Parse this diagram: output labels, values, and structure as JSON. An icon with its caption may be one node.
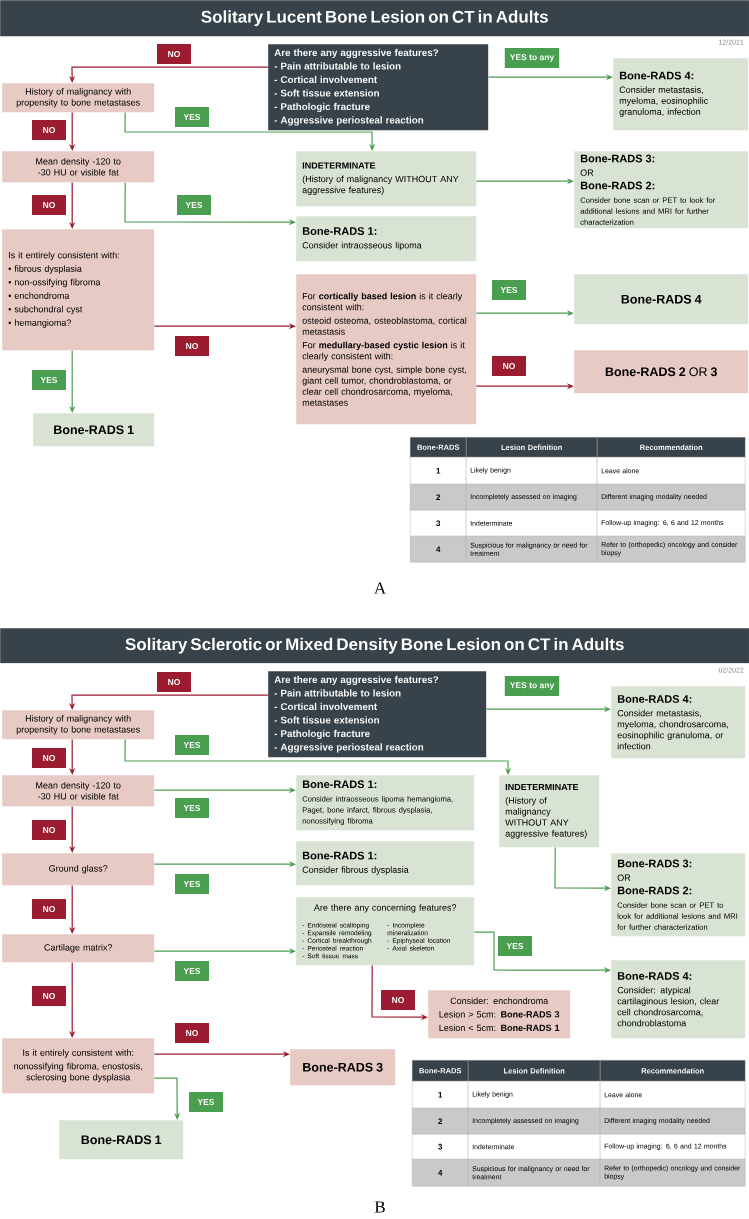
{
  "diagram": {
    "nodes": [
      {
        "text": [
          "Solitary Lucent Bone Lesion on CT in Adults"
        ]
      },
      {
        "text": [
          "Are there any aggressive features?",
          "- Pain attributable to lesion",
          "- Cortical involvement",
          "- Soft tissue extension",
          "- Pathologic fracture",
          "- Aggressive periosteal reaction"
        ]
      },
      {
        "text": [
          "History of malignancy with propensity to bone metastases"
        ]
      },
      {
        "text": [
          "Bone-RADS 4:",
          "Consider metastasis, myeloma, eosinophilic granuloma, infection"
        ]
      },
      {
        "text": [
          "Mean density -120 to -30 HU or visible fat"
        ]
      },
      {
        "text": [
          "INDETERMINATE",
          "(History of malignancy WITHOUT ANY aggressive features)"
        ]
      },
      {
        "text": [
          "Bone-RADS 3:",
          "OR",
          "Bone-RADS 2:",
          "Consider bone scan or PET to look for additional lesions and MRI for further characterization"
        ]
      },
      {
        "text": [
          "Bone-RADS 1:",
          "Consider intraosseous lipoma"
        ]
      },
      {
        "text": [
          "Is it entirely consistent with:",
          "• fibrous dysplasia",
          "• non-ossifying fibroma",
          "• enchondroma",
          "• subchondral cyst",
          "• hemangioma?"
        ]
      },
      {
        "text": [
          "For **cortically based lesion** is it clearly consistent with:",
          "osteoid osteoma, osteoblastoma, cortical metastasis",
          "For **medullary-based cystic lesion** is it clearly consistent with:",
          "aneurysmal bone cyst, simple bone cyst, giant cell tumor, chondroblastoma, or clear cell chondrosarcoma, myeloma, metastases"
        ]
      },
      {
        "text": [
          "Bone-RADS 4"
        ]
      },
      {
        "text": [
          "**Bone-RADS 2** OR **3**"
        ]
      },
      {
        "text": [
          "Bone-RADS 1"
        ]
      },
      {
        "text": [
          "Solitary Sclerotic or Mixed Density Bone Lesion on CT in Adults"
        ]
      },
      {
        "text": [
          "Are there any aggressive features?",
          "- Pain attributable to lesion",
          "- Cortical involvement",
          "- Soft tissue extension",
          "- Pathologic fracture",
          "- Aggressive periosteal reaction"
        ]
      },
      {
        "text": [
          "History of malignancy with propensity to bone metastases"
        ]
      },
      {
        "text": [
          "Bone-RADS 4:",
          "Consider metastasis, myeloma, chondrosarcoma, eosinophilic granuloma, or infection"
        ]
      },
      {
        "text": [
          "Mean density -120 to -30 HU or visible fat"
        ]
      },
      {
        "text": [
          "Bone-RADS 1:",
          "Consider intraosseous lipoma hemangioma, Paget, bone infarct, fibrous dysplasia, nonossifying fibroma"
        ]
      },
      {
        "text": [
          "INDETERMINATE",
          "(History of malignancy WITHOUT ANY aggressive features)"
        ]
      },
      {
        "text": [
          "Ground glass?"
        ]
      },
      {
        "text": [
          "Bone-RADS 1:",
          "Consider fibrous dysplasia"
        ]
      },
      {
        "text": [
          "Bone-RADS 3:",
          "OR",
          "Bone-RADS 2:",
          "Consider bone scan or PET to look for additional lesions and MRI for further characterization"
        ]
      },
      {
        "text": [
          "Are there any concerning features?",
          "- Endosteal scalloping",
          "- Expansile remodeling",
          "- Cortical breakthrough",
          "- Periosteal reaction",
          "- Soft tissue mass",
          "- Incomplete mineralization",
          "- Epiphyseal location",
          "- Axial skeleton"
        ]
      },
      {
        "text": [
          "Cartilage matrix?"
        ]
      },
      {
        "text": [
          "Bone-RADS 4:",
          "Consider: atypical cartilaginous lesion, clear cell chondrosarcoma, chondroblastoma"
        ]
      },
      {
        "text": [
          "Consider: enchondroma",
          "Lesion > 5cm: **Bone-RADS 3**",
          "Lesion < 5cm: **Bone-RADS 1**"
        ]
      },
      {
        "text": [
          "Is it entirely consistent with:",
          "nonossifying fibroma, enostosis, sclerosing bone dysplasia"
        ]
      },
      {
        "text": [
          "Bone-RADS 3"
        ]
      },
      {
        "text": [
          "Bone-RADS 1"
        ]
      }
    ],
    "edges": [
      {
        "from": 1,
        "to": 2,
        "arrow": "to",
        "label": "NO",
        "color": "#9b1b30"
      },
      {
        "from": 1,
        "to": 3,
        "arrow": "to",
        "label": "YES to any"
      },
      {
        "from": 2,
        "to": 5,
        "arrow": "to",
        "label": "YES"
      },
      {
        "from": 2,
        "to": 4,
        "arrow": "to",
        "label": "NO",
        "color": "#9b1b30"
      },
      {
        "from": 4,
        "to": 8,
        "arrow": "to",
        "label": "NO",
        "color": "#9b1b30"
      },
      {
        "from": 4,
        "to": 7,
        "arrow": "to",
        "label": "YES"
      },
      {
        "from": 5,
        "to": 6,
        "arrow": "to"
      },
      {
        "from": 8,
        "to": 9,
        "arrow": "to",
        "label": "NO",
        "color": "#9b1b30"
      },
      {
        "from": 8,
        "to": 12,
        "arrow": "to",
        "label": "YES"
      },
      {
        "from": 9,
        "to": 10,
        "arrow": "to",
        "label": "YES"
      },
      {
        "from": 9,
        "to": 11,
        "arrow": "to",
        "label": "NO",
        "color": "#9b1b30"
      },
      {
        "from": 14,
        "to": 15,
        "arrow": "to",
        "label": "NO",
        "color": "#9b1b30"
      },
      {
        "from": 14,
        "to": 16,
        "arrow": "to",
        "label": "YES to any"
      },
      {
        "from": 15,
        "to": 19,
        "arrow": "to",
        "label": "YES"
      },
      {
        "from": 15,
        "to": 17,
        "arrow": "to",
        "label": "NO",
        "color": "#9b1b30"
      },
      {
        "from": 17,
        "to": 18,
        "arrow": "to",
        "label": "YES"
      },
      {
        "from": 17,
        "to": 20,
        "arrow": "to",
        "label": "NO",
        "color": "#9b1b30"
      },
      {
        "from": 19,
        "to": 22,
        "arrow": "to"
      },
      {
        "from": 20,
        "to": 21,
        "arrow": "to",
        "label": "YES"
      },
      {
        "from": 20,
        "to": 24,
        "arrow": "to",
        "label": "NO",
        "color": "#9b1b30"
      },
      {
        "from": 24,
        "to": 23,
        "arrow": "to",
        "label": "YES"
      },
      {
        "from": 24,
        "to": 27,
        "arrow": "to",
        "label": "NO",
        "color": "#9b1b30"
      },
      {
        "from": 23,
        "to": 25,
        "arrow": "to",
        "label": "YES"
      },
      {
        "from": 23,
        "to": 26,
        "arrow": "to",
        "label": "NO",
        "color": "#9b1b30"
      },
      {
        "from": 27,
        "to": 28,
        "arrow": "to",
        "label": "NO",
        "color": "#9b1b30"
      },
      {
        "from": 27,
        "to": 29,
        "arrow": "to",
        "label": "YES"
      }
    ],
    "labels": [
      "12/2021",
      "Bone-RADS",
      "Lesion Definition",
      "Recommendation",
      "1",
      "Likely benign",
      "Leave alone",
      "2",
      "Incompletely assessed on imaging",
      "Different imaging modality needed",
      "3",
      "Indeterminate",
      "Follow-up imaging: 6, 6 and 12 months",
      "4",
      "Suspicious for malignancy or need for treatment",
      "Refer to (orthopedic) oncology and consider biopsy",
      "A",
      "02/2022",
      "Bone-RADS",
      "Lesion Definition",
      "Recommendation",
      "1",
      "Likely benign",
      "Leave alone",
      "2",
      "Incompletely assessed on imaging",
      "Different imaging modality needed",
      "3",
      "Indeterminate",
      "Follow-up imaging: 6, 6 and 12 months",
      "4",
      "Suspicious for malignancy or need for treatment",
      "Refer to (orthopedic) oncology and consider biopsy",
      "B"
    ]
  }
}
